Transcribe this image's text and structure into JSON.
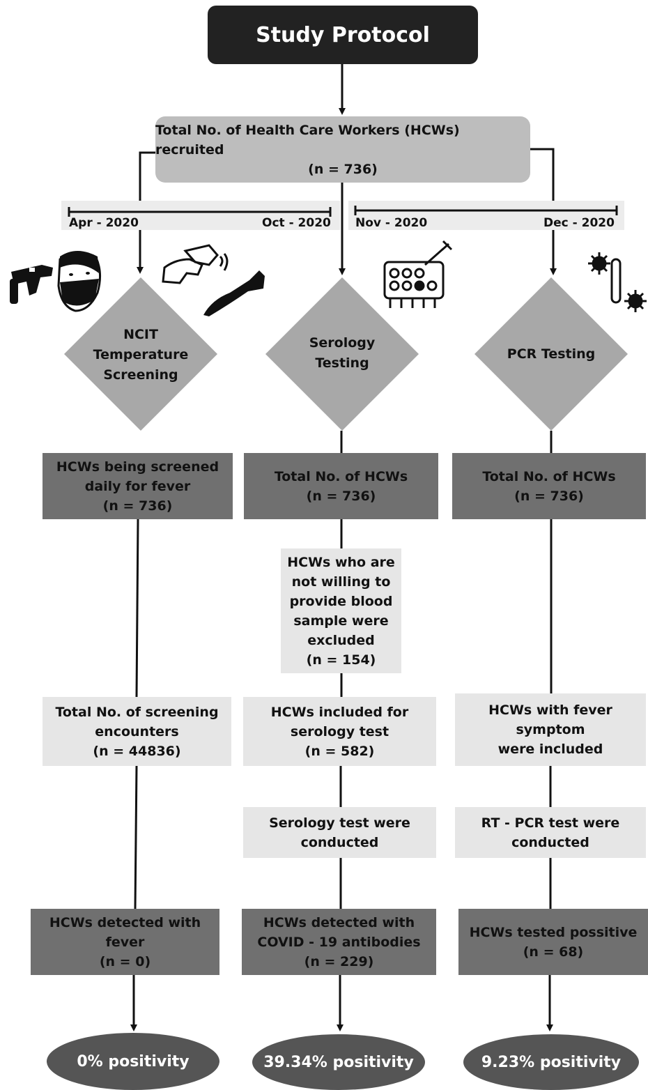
{
  "title": "Study Protocol",
  "recruited": {
    "line1": "Total No. of Health Care Workers (HCWs)  recruited",
    "line2": "(n = 736)"
  },
  "timeline": {
    "left_start": "Apr - 2020",
    "left_end": "Oct - 2020",
    "right_start": "Nov - 2020",
    "right_end": "Dec - 2020"
  },
  "branches": {
    "ncit": {
      "diamond": [
        "NCIT",
        "Temperature",
        "Screening"
      ],
      "step1": [
        "HCWs being screened",
        "daily for fever",
        "(n = 736)"
      ],
      "step2": [
        "Total No. of screening",
        "encounters",
        "(n = 44836)"
      ],
      "result": [
        "HCWs detected with fever",
        "(n = 0)"
      ],
      "positivity": "0% positivity"
    },
    "serology": {
      "diamond": [
        "Serology",
        "Testing"
      ],
      "step1": [
        "Total No. of HCWs",
        "(n = 736)"
      ],
      "excluded": [
        "HCWs who are",
        "not willing to",
        "provide blood",
        "sample were",
        "excluded",
        "(n = 154)"
      ],
      "step2": [
        "HCWs included for",
        "serology test",
        "(n = 582)"
      ],
      "step3": [
        "Serology test were",
        "conducted"
      ],
      "result": [
        "HCWs detected with",
        "COVID - 19 antibodies",
        "(n = 229)"
      ],
      "positivity": "39.34% positivity"
    },
    "pcr": {
      "diamond": [
        "PCR Testing"
      ],
      "step1": [
        "Total No. of HCWs",
        "(n = 736)"
      ],
      "step2": [
        "HCWs with fever symptom",
        "were included"
      ],
      "step3": [
        "RT - PCR test were",
        "conducted"
      ],
      "result": [
        "HCWs tested possitive",
        "(n = 68)"
      ],
      "positivity": "9.23% positivity"
    }
  },
  "icons": [
    "thermometer-gun-icon",
    "masked-face-icon",
    "hand-thermometer-icon",
    "hand-icon",
    "blood-sample-plate-icon",
    "virus-test-tube-icon"
  ],
  "colors": {
    "title_bg": "#222222",
    "recruit_bg": "#bdbdbd",
    "diamond": "#a8a8a8",
    "dark_box": "#707070",
    "light_box": "#e6e6e6",
    "oval": "#555555"
  }
}
